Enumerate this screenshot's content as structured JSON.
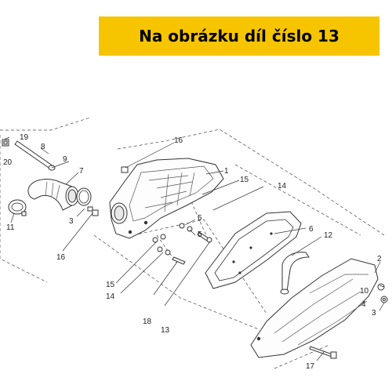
{
  "banner": {
    "text": "Na obrázku díl číslo 13",
    "color": "#f6c500"
  },
  "callouts": [
    "19",
    "8",
    "20",
    "9",
    "7",
    "11",
    "3",
    "16",
    "16",
    "1",
    "15",
    "14",
    "5",
    "5",
    "6",
    "12",
    "2",
    "15",
    "14",
    "18",
    "13",
    "10",
    "4",
    "3",
    "17"
  ]
}
